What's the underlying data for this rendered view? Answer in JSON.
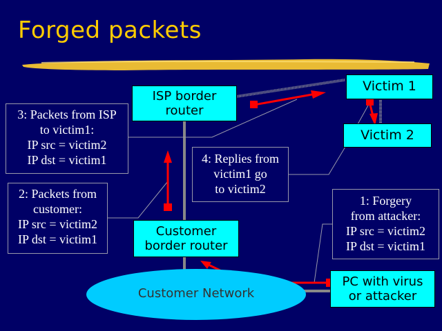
{
  "title": "Forged packets",
  "colors": {
    "background": "#000066",
    "title": "#ffcc00",
    "node_fill": "#00ffff",
    "network_fill": "#00ccff",
    "arrow": "#ff0000",
    "connector": "#999999"
  },
  "nodes": {
    "isp_router": "ISP border\nrouter",
    "victim1": "Victim 1",
    "victim2": "Victim 2",
    "customer_router": "Customer\nborder router",
    "attacker": "PC with virus\nor attacker",
    "customer_network": "Customer Network"
  },
  "notes": {
    "step1": [
      "1: Forgery",
      "from attacker:",
      "IP src = victim2",
      "IP dst = victim1"
    ],
    "step2": [
      "2: Packets from",
      "customer:",
      "IP src = victim2",
      "IP dst = victim1"
    ],
    "step3": [
      "3: Packets from ISP",
      "to victim1:",
      "IP src = victim2",
      "IP dst = victim1"
    ],
    "step4": [
      "4: Replies from",
      "victim1 go",
      "to victim2"
    ]
  }
}
